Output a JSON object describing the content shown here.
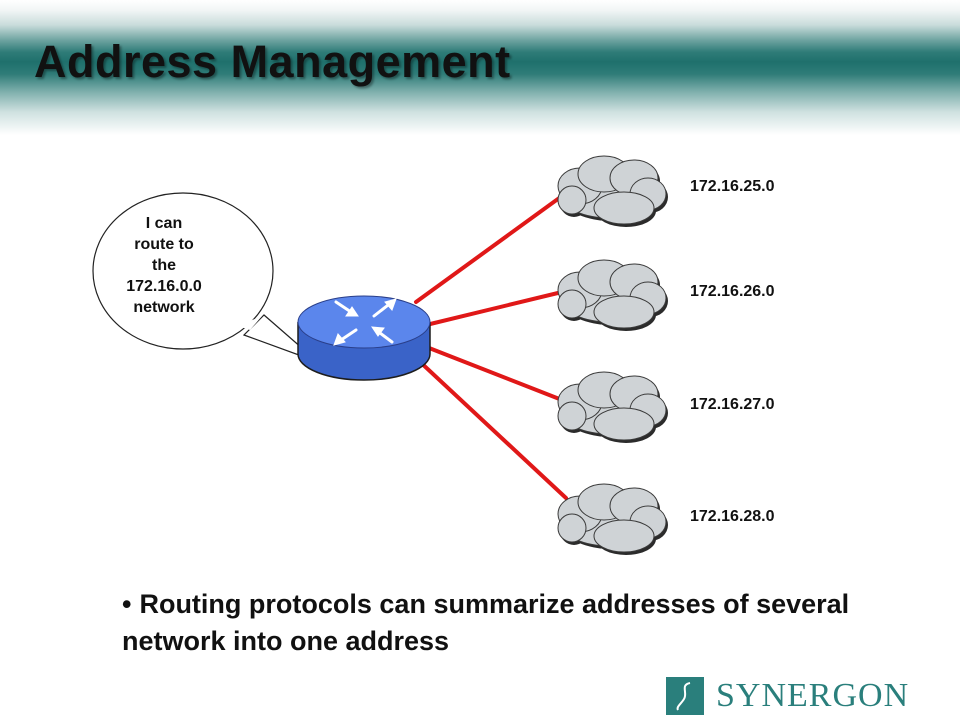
{
  "header": {
    "title": "Address Management"
  },
  "speech_bubble": {
    "text": "I can\nroute to\nthe\n172.16.0.0\nnetwork"
  },
  "networks": [
    {
      "address": "172.16.25.0"
    },
    {
      "address": "172.16.26.0"
    },
    {
      "address": "172.16.27.0"
    },
    {
      "address": "172.16.28.0"
    }
  ],
  "bullet": {
    "text": "Routing protocols can summarize addresses of several network into one address"
  },
  "logo": {
    "text": "SYNERGON"
  },
  "colors": {
    "header_teal": "#1f706c",
    "router_blue": "#4a7ae6",
    "link_red": "#e01818",
    "cloud_gray": "#cfd3d6",
    "logo_teal": "#2a7f7c"
  }
}
